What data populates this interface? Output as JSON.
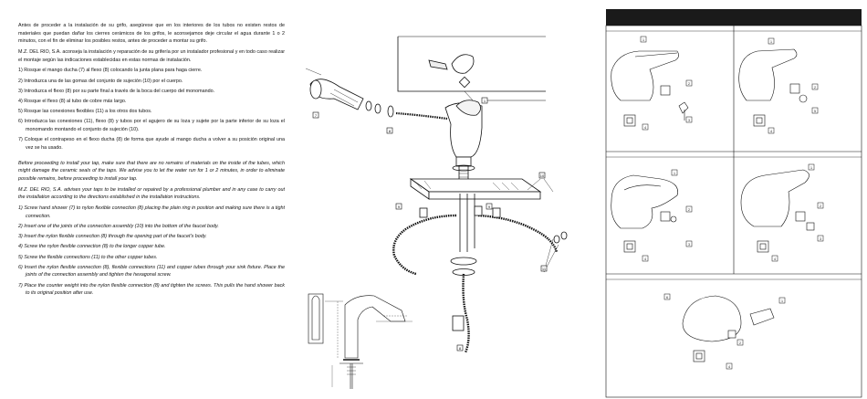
{
  "instructions_es": {
    "intro": "Antes de proceder a la instalación de su grifo, asegúrese que en los interiores de los tubos no existen restos de materiales que puedan dañar los cierres cerámicos de los grifos, le aconsejamos deje circular el agua durante 1 o 2 minutos, con el fin de eliminar los posibles restos, antes de proceder a montar su grifo.",
    "note": "M.Z. DEL RIO, S.A. aconseja la instalación y reparación de su grifería por un instalador profesional y en todo caso realizar el montaje según las indicaciones establecidas en estas normas de instalación.",
    "steps": [
      "1) Rosque el mango ducha (7) al flexo (8) colocando la junta plana para haga cierre.",
      "2) Introduzca una de las gomas del conjunto de sujeción (10) por el cuerpo.",
      "3) Introduzca el flexo (8) por su parte final a través de la boca del cuerpo del monomando.",
      "4) Rosque el flexo (8) al tubo de cobre más largo.",
      "5) Rosque las conexiones flexibles (11) a los otros dos tubos.",
      "6) Introduzca las conexiones (11), flexo (8) y tubos por el agujero de su loza y sujete por la parte inferior de su loza el monomando montando el conjunto de sujeción (10).",
      "7) Coloque el contrapeso en el flexo ducha (8) de forma que ayude al mango ducha a volver a su posición original una vez se ha usado."
    ]
  },
  "instructions_en": {
    "intro": "Before proceeding to install your tap, make sure that there are no remains of materials on the inside of the tubes, which might damage the ceramic seals of the taps. We advise you to let the water run for 1 or 2 minutes, in order to eliminate possible remains, before proceeding to install your tap.",
    "note": "M.Z. DEL RIO, S.A. advises your taps to be installed or repaired by a professional plumber and in any case to carry out the installation according to the directions established in the installation instructions.",
    "steps": [
      "1) Screw hand shower (7) to nylon flexible connection (8) placing the plain ring in position and making sure there is a tight connection.",
      "2) Insert one of the joints of the connection assembly (10) into the bottom of the faucet body.",
      "3) Insert the nylon flexible connection (8) through the opening part of the faucet's body.",
      "4) Screw the nylon flexible connection (8) to the longer copper tube.",
      "5) Screw the flexible connections (11) to the other copper tubes.",
      "6) Insert the nylon flexible connection (8), flexible connections (11) and copper tubes through your sink fixture. Place the joints of the connection assembly and tighten the hexagonal screw.",
      "7) Place the counter weight into the nylon flexible connection (8) and tighten the screws. This pulls the hand shower back to its original position after use."
    ]
  },
  "callouts": {
    "c1": "1",
    "c2": "2",
    "c3": "3",
    "c4": "4",
    "c5": "5",
    "c6": "6",
    "c7": "7",
    "c8": "8",
    "c9": "9",
    "c10": "10",
    "c11": "11"
  },
  "colors": {
    "header_bar": "#1a1a1a",
    "ink": "#111111"
  }
}
